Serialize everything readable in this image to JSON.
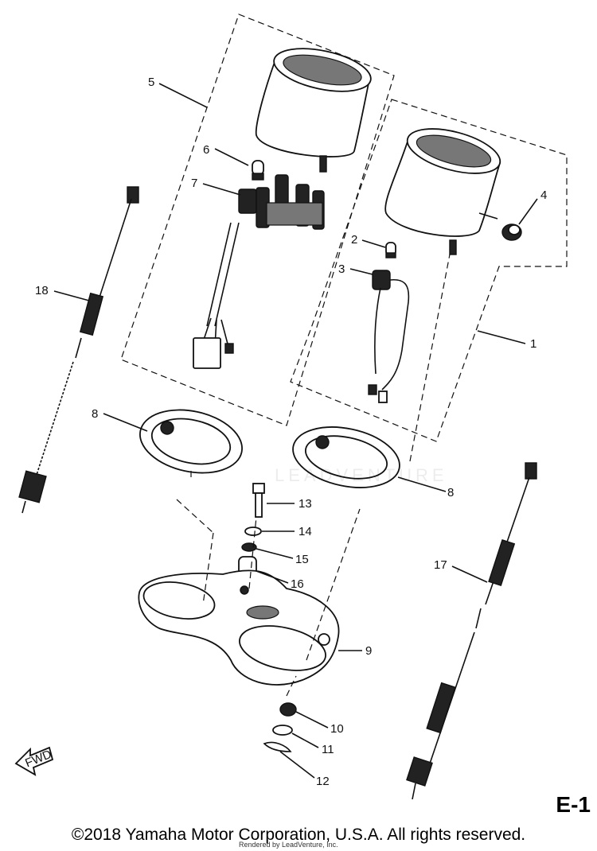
{
  "diagram": {
    "callouts": [
      {
        "id": "callout-1",
        "text": "1"
      },
      {
        "id": "callout-2",
        "text": "2"
      },
      {
        "id": "callout-3",
        "text": "3"
      },
      {
        "id": "callout-4",
        "text": "4"
      },
      {
        "id": "callout-5",
        "text": "5"
      },
      {
        "id": "callout-6",
        "text": "6"
      },
      {
        "id": "callout-7",
        "text": "7"
      },
      {
        "id": "callout-8a",
        "text": "8"
      },
      {
        "id": "callout-8b",
        "text": "8"
      },
      {
        "id": "callout-9",
        "text": "9"
      },
      {
        "id": "callout-10",
        "text": "10"
      },
      {
        "id": "callout-11",
        "text": "11"
      },
      {
        "id": "callout-12",
        "text": "12"
      },
      {
        "id": "callout-13",
        "text": "13"
      },
      {
        "id": "callout-14",
        "text": "14"
      },
      {
        "id": "callout-15",
        "text": "15"
      },
      {
        "id": "callout-16",
        "text": "16"
      },
      {
        "id": "callout-17",
        "text": "17"
      },
      {
        "id": "callout-18",
        "text": "18"
      }
    ],
    "fwd_label": "FWD"
  },
  "footer": {
    "page_code": "E-1",
    "copyright": "©2018 Yamaha Motor Corporation, U.S.A. All rights reserved.",
    "rendered_by": "Rendered by LeadVenture, Inc.",
    "watermark": "LEADVENTURE"
  }
}
